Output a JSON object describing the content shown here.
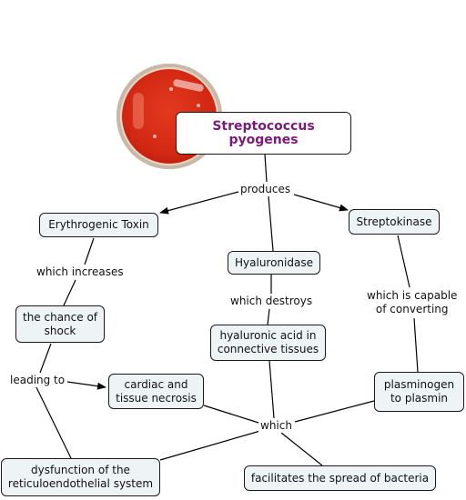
{
  "colors": {
    "title": "#7a1a7a",
    "node_fill": "#eef3f6",
    "petri_red": "#d22813"
  },
  "image": {
    "name": "petri-dish-culture"
  },
  "nodes": {
    "title": "Streptococcus pyogenes",
    "erythrogenic": "Erythrogenic Toxin",
    "hyaluronidase": "Hyaluronidase",
    "streptokinase": "Streptokinase",
    "shock_line1": "the chance of",
    "shock_line2": "shock",
    "hyaluronic_line1": "hyaluronic acid in",
    "hyaluronic_line2": "connective tissues",
    "cardiac_line1": "cardiac and",
    "cardiac_line2": "tissue necrosis",
    "plasminogen_line1": "plasminogen",
    "plasminogen_line2": "to plasmin",
    "dysfunction_line1": "dysfunction of the",
    "dysfunction_line2": "reticuloendothelial system",
    "facilitates": "facilitates the spread of bacteria"
  },
  "labels": {
    "produces": "produces",
    "which_increases": "which increases",
    "which_destroys": "which destroys",
    "capable_line1": "which is capable",
    "capable_line2": "of converting",
    "leading_to": "leading to",
    "which": "which"
  }
}
